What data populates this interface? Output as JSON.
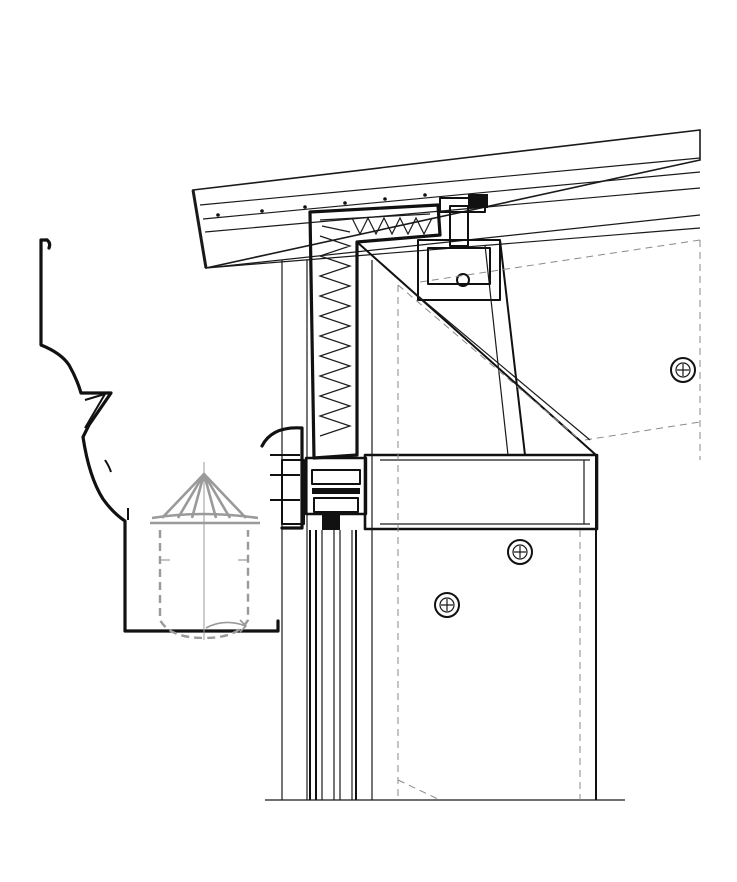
{
  "drawing": {
    "type": "architectural section detail",
    "components": [
      "roof-edge-cladding",
      "insulation-panel",
      "eaves-gutter",
      "gutter-outlet",
      "glazing-mullion",
      "fascia-beam",
      "lower-cladding-panel"
    ],
    "colors": {
      "line": "#111111",
      "hidden_line": "#8a8a8a",
      "phantom_part": "#9a9a9a",
      "background": "#ffffff"
    },
    "screws": 3
  }
}
